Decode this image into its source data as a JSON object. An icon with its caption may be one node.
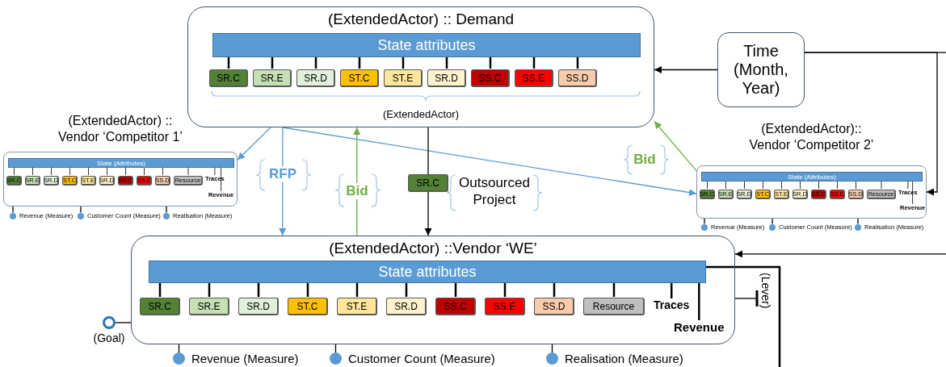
{
  "diagram": {
    "nodes": [
      {
        "text": [
          "(ExtendedActor) :: Demand",
          "(ExtendedActor)"
        ]
      },
      {
        "text": [
          "State attributes"
        ],
        "in": 0
      },
      {
        "text": [
          "SR.C"
        ],
        "in": 0
      },
      {
        "text": [
          "SR.E"
        ],
        "in": 0
      },
      {
        "text": [
          "SR.D"
        ],
        "in": 0
      },
      {
        "text": [
          "ST.C"
        ],
        "in": 0
      },
      {
        "text": [
          "ST.E"
        ],
        "in": 0
      },
      {
        "text": [
          "SR.D"
        ],
        "in": 0
      },
      {
        "text": [
          "SS.C"
        ],
        "in": 0
      },
      {
        "text": [
          "SS.E"
        ],
        "in": 0
      },
      {
        "text": [
          "SS.D"
        ],
        "in": 0
      },
      {
        "text": [
          "Time (Month, Year)"
        ]
      },
      {
        "text": [
          "(ExtendedActor) :: Vendor ‘Competitor 1’"
        ]
      },
      {
        "text": [
          "State (Attributes)"
        ],
        "in": 12
      },
      {
        "text": [
          "SR.C"
        ],
        "in": 12
      },
      {
        "text": [
          "SR.E"
        ],
        "in": 12
      },
      {
        "text": [
          "SR.D"
        ],
        "in": 12
      },
      {
        "text": [
          "ST.C"
        ],
        "in": 12
      },
      {
        "text": [
          "ST.E"
        ],
        "in": 12
      },
      {
        "text": [
          "SR.D"
        ],
        "in": 12
      },
      {
        "text": [
          "SS.C"
        ],
        "in": 12
      },
      {
        "text": [
          "SS.E"
        ],
        "in": 12
      },
      {
        "text": [
          "SS.D"
        ],
        "in": 12
      },
      {
        "text": [
          "Resource"
        ],
        "in": 12
      },
      {
        "text": [
          "Traces"
        ],
        "in": 12
      },
      {
        "text": [
          "Revenue"
        ],
        "in": 12
      },
      {
        "text": [
          "Revenue (Measure)"
        ]
      },
      {
        "text": [
          "Customer Count (Measure)"
        ]
      },
      {
        "text": [
          "Realisation (Measure)"
        ]
      },
      {
        "text": [
          "(ExtendedActor):: Vendor ‘Competitor 2’"
        ]
      },
      {
        "text": [
          "State (Attributes)"
        ],
        "in": 29
      },
      {
        "text": [
          "SR.C"
        ],
        "in": 29
      },
      {
        "text": [
          "SR.E"
        ],
        "in": 29
      },
      {
        "text": [
          "SR.D"
        ],
        "in": 29
      },
      {
        "text": [
          "ST.C"
        ],
        "in": 29
      },
      {
        "text": [
          "ST.E"
        ],
        "in": 29
      },
      {
        "text": [
          "SR.D"
        ],
        "in": 29
      },
      {
        "text": [
          "SS.C"
        ],
        "in": 29
      },
      {
        "text": [
          "SS.E"
        ],
        "in": 29
      },
      {
        "text": [
          "SS.D"
        ],
        "in": 29
      },
      {
        "text": [
          "Resource"
        ],
        "in": 29
      },
      {
        "text": [
          "Traces"
        ],
        "in": 29
      },
      {
        "text": [
          "Revenue"
        ],
        "in": 29
      },
      {
        "text": [
          "Revenue (Measure)"
        ]
      },
      {
        "text": [
          "Customer Count (Measure)"
        ]
      },
      {
        "text": [
          "Realisation (Measure)"
        ]
      },
      {
        "text": [
          "SR.C",
          "Outsourced Project"
        ]
      },
      {
        "text": [
          "(ExtendedActor) ::Vendor ‘WE’"
        ]
      },
      {
        "text": [
          "State attributes"
        ],
        "in": 47
      },
      {
        "text": [
          "SR.C"
        ],
        "in": 47
      },
      {
        "text": [
          "SR.E"
        ],
        "in": 47
      },
      {
        "text": [
          "SR.D"
        ],
        "in": 47
      },
      {
        "text": [
          "ST.C"
        ],
        "in": 47
      },
      {
        "text": [
          "ST.E"
        ],
        "in": 47
      },
      {
        "text": [
          "SR.D"
        ],
        "in": 47
      },
      {
        "text": [
          "SS.C"
        ],
        "in": 47
      },
      {
        "text": [
          "SS.E"
        ],
        "in": 47
      },
      {
        "text": [
          "SS.D"
        ],
        "in": 47
      },
      {
        "text": [
          "Resource"
        ],
        "in": 47
      },
      {
        "text": [
          "Traces"
        ],
        "in": 47
      },
      {
        "text": [
          "Revenue"
        ],
        "in": 47
      },
      {
        "text": [
          "(Goal)"
        ]
      },
      {
        "text": [
          "Revenue (Measure)"
        ]
      },
      {
        "text": [
          "Customer Count (Measure)"
        ]
      },
      {
        "text": [
          "Realisation (Measure)"
        ]
      },
      {
        "text": [
          "(Lever)"
        ]
      }
    ],
    "edges": [
      {
        "from": 0,
        "to": 12,
        "arrow": "to",
        "color": "#5b9bd5"
      },
      {
        "from": 0,
        "to": 47,
        "arrow": "to",
        "label": "RFP",
        "color": "#5b9bd5"
      },
      {
        "from": 0,
        "to": 29,
        "arrow": "to",
        "color": "#5b9bd5"
      },
      {
        "from": 47,
        "to": 0,
        "arrow": "to",
        "label": "Bid",
        "color": "#70ad47"
      },
      {
        "from": 29,
        "to": 0,
        "arrow": "to",
        "label": "Bid",
        "color": "#70ad47"
      },
      {
        "from": 0,
        "to": 46,
        "arrow": "none"
      },
      {
        "from": 46,
        "to": 47,
        "arrow": "to"
      },
      {
        "from": 11,
        "to": 0,
        "arrow": "to"
      },
      {
        "from": 11,
        "to": 29,
        "arrow": "to"
      },
      {
        "from": 11,
        "to": null,
        "arrow": "none"
      },
      {
        "from": null,
        "to": 47,
        "arrow": "to"
      },
      {
        "from": 48,
        "to": null,
        "arrow": "none"
      },
      {
        "from": 47,
        "to": 65,
        "arrow": "other"
      },
      {
        "from": 61,
        "to": 47,
        "arrow": "none"
      },
      {
        "from": 12,
        "to": 26,
        "arrow": "none"
      },
      {
        "from": 12,
        "to": 27,
        "arrow": "none"
      },
      {
        "from": 12,
        "to": 28,
        "arrow": "none"
      },
      {
        "from": 29,
        "to": 43,
        "arrow": "none"
      },
      {
        "from": 29,
        "to": 44,
        "arrow": "none"
      },
      {
        "from": 29,
        "to": 45,
        "arrow": "none"
      },
      {
        "from": 47,
        "to": 62,
        "arrow": "none"
      },
      {
        "from": 47,
        "to": 63,
        "arrow": "none"
      },
      {
        "from": 47,
        "to": 64,
        "arrow": "none"
      },
      {
        "from": 1,
        "to": 2,
        "arrow": "none"
      },
      {
        "from": 1,
        "to": 3,
        "arrow": "none"
      },
      {
        "from": 1,
        "to": 4,
        "arrow": "none"
      },
      {
        "from": 1,
        "to": 5,
        "arrow": "none"
      },
      {
        "from": 1,
        "to": 6,
        "arrow": "none"
      },
      {
        "from": 1,
        "to": 7,
        "arrow": "none"
      },
      {
        "from": 1,
        "to": 8,
        "arrow": "none"
      },
      {
        "from": 1,
        "to": 9,
        "arrow": "none"
      },
      {
        "from": 1,
        "to": 10,
        "arrow": "none"
      },
      {
        "from": 13,
        "to": 14,
        "arrow": "none"
      },
      {
        "from": 13,
        "to": 15,
        "arrow": "none"
      },
      {
        "from": 13,
        "to": 16,
        "arrow": "none"
      },
      {
        "from": 13,
        "to": 17,
        "arrow": "none"
      },
      {
        "from": 13,
        "to": 18,
        "arrow": "none"
      },
      {
        "from": 13,
        "to": 19,
        "arrow": "none"
      },
      {
        "from": 13,
        "to": 20,
        "arrow": "none"
      },
      {
        "from": 13,
        "to": 21,
        "arrow": "none"
      },
      {
        "from": 13,
        "to": 22,
        "arrow": "none"
      },
      {
        "from": 13,
        "to": 23,
        "arrow": "none"
      },
      {
        "from": 13,
        "to": 24,
        "arrow": "none"
      },
      {
        "from": 13,
        "to": 25,
        "arrow": "none"
      },
      {
        "from": 30,
        "to": 31,
        "arrow": "none"
      },
      {
        "from": 30,
        "to": 32,
        "arrow": "none"
      },
      {
        "from": 30,
        "to": 33,
        "arrow": "none"
      },
      {
        "from": 30,
        "to": 34,
        "arrow": "none"
      },
      {
        "from": 30,
        "to": 35,
        "arrow": "none"
      },
      {
        "from": 30,
        "to": 36,
        "arrow": "none"
      },
      {
        "from": 30,
        "to": 37,
        "arrow": "none"
      },
      {
        "from": 30,
        "to": 38,
        "arrow": "none"
      },
      {
        "from": 30,
        "to": 39,
        "arrow": "none"
      },
      {
        "from": 30,
        "to": 40,
        "arrow": "none"
      },
      {
        "from": 30,
        "to": 41,
        "arrow": "none"
      },
      {
        "from": 30,
        "to": 42,
        "arrow": "none"
      },
      {
        "from": 48,
        "to": 49,
        "arrow": "none"
      },
      {
        "from": 48,
        "to": 50,
        "arrow": "none"
      },
      {
        "from": 48,
        "to": 51,
        "arrow": "none"
      },
      {
        "from": 48,
        "to": 52,
        "arrow": "none"
      },
      {
        "from": 48,
        "to": 53,
        "arrow": "none"
      },
      {
        "from": 48,
        "to": 54,
        "arrow": "none"
      },
      {
        "from": 48,
        "to": 55,
        "arrow": "none"
      },
      {
        "from": 48,
        "to": 56,
        "arrow": "none"
      },
      {
        "from": 48,
        "to": 57,
        "arrow": "none"
      },
      {
        "from": 48,
        "to": 58,
        "arrow": "none"
      },
      {
        "from": 48,
        "to": 59,
        "arrow": "none"
      },
      {
        "from": 48,
        "to": 60,
        "arrow": "none"
      }
    ]
  }
}
